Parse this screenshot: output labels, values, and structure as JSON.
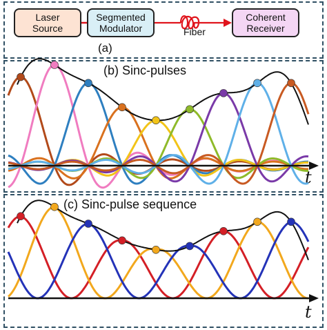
{
  "panel_a": {
    "blocks": [
      {
        "line1": "Laser",
        "line2": "Source",
        "fill": "#fde3d3"
      },
      {
        "line1": "Segmented",
        "line2": "Modulator",
        "fill": "#d9eff6"
      },
      {
        "line1": "Coherent",
        "line2": "Receiver",
        "fill": "#f4d6f4"
      }
    ],
    "fiber_label": "Fiber",
    "label": "(a)",
    "link_color": "#e0141c"
  },
  "panel_b": {
    "title": "(b) Sinc-pulses",
    "axis_label": "t",
    "envelope_color": "#111111",
    "pulse_colors": [
      "#b24a1a",
      "#f07cc0",
      "#2e7fc0",
      "#d9711e",
      "#f2c418",
      "#8fba2a",
      "#7a3aa8",
      "#5fb0e8",
      "#c85a22"
    ],
    "center_levels": [
      0.88,
      1.0,
      0.82,
      0.58,
      0.45,
      0.56,
      0.72,
      0.82,
      0.82
    ]
  },
  "panel_c": {
    "title": "(c) Sinc-pulse sequence",
    "axis_label": "t",
    "envelope_color": "#111111",
    "wave_colors": [
      "#d41f26",
      "#f2a81d",
      "#2433b8"
    ],
    "dot_colors": [
      "#d41f26",
      "#f2a81d",
      "#2433b8",
      "#d41f26",
      "#f2a81d",
      "#2433b8",
      "#d41f26",
      "#f2a81d",
      "#2433b8"
    ],
    "center_levels": [
      0.88,
      0.98,
      0.8,
      0.62,
      0.52,
      0.56,
      0.72,
      0.82,
      0.82
    ]
  }
}
